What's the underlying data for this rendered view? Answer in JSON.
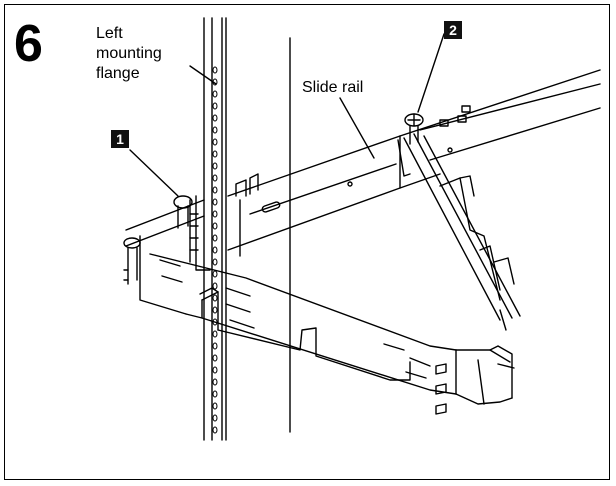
{
  "figure": {
    "step_number": "6",
    "labels": {
      "left_mounting_flange": [
        "Left",
        "mounting",
        "flange"
      ],
      "slide_rail": "Slide rail"
    },
    "callouts": [
      "1",
      "2"
    ]
  }
}
